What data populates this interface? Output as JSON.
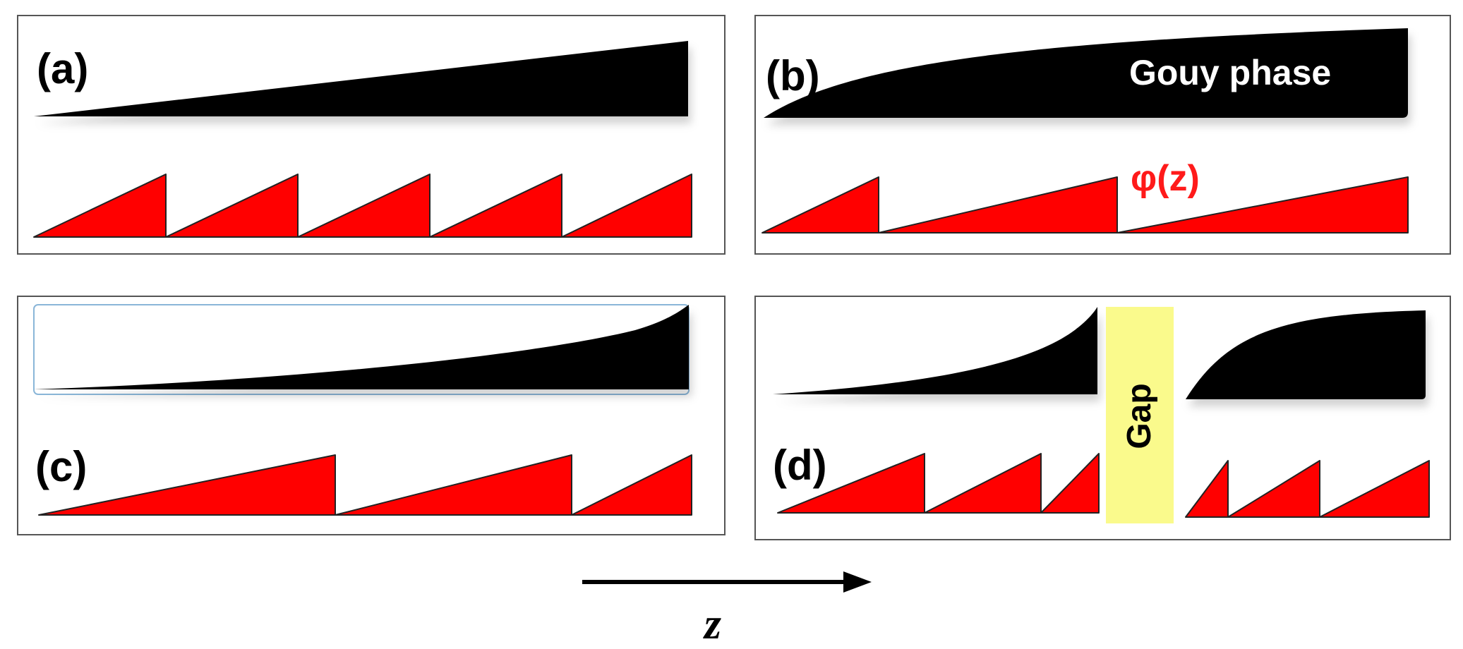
{
  "panels": {
    "a": {
      "label": "(a)"
    },
    "b": {
      "label": "(b)",
      "gouy_label": "Gouy phase",
      "phase_label": "φ(z)"
    },
    "c": {
      "label": "(c)"
    },
    "d": {
      "label": "(d)",
      "gap_label": "Gap"
    }
  },
  "axis": {
    "label": "z"
  },
  "colors": {
    "phase_fill": "#ff0000",
    "gouy_fill": "#000000",
    "gap_fill": "#fafa8c",
    "phase_label": "#ff1a1a",
    "frame_stroke": "#555555"
  },
  "icons": {
    "arrow": "right-arrow-icon"
  }
}
